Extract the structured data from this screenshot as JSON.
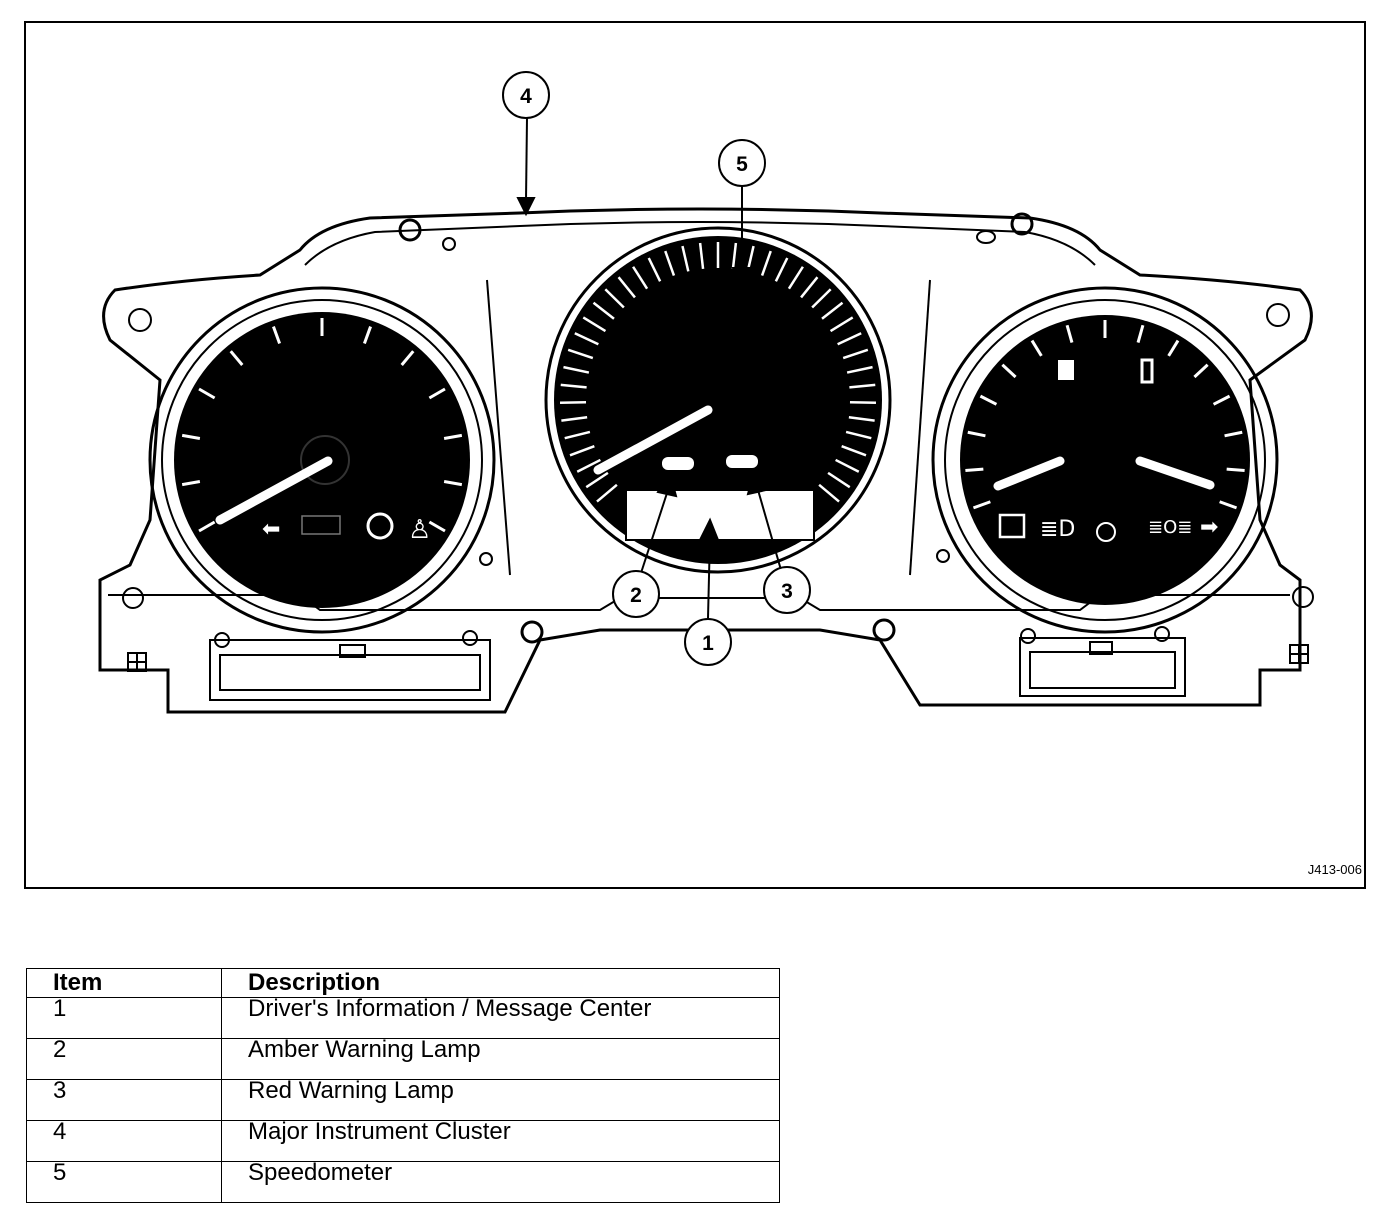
{
  "figure": {
    "code": "J413-006",
    "callouts": [
      {
        "num": "1"
      },
      {
        "num": "2"
      },
      {
        "num": "3"
      },
      {
        "num": "4"
      },
      {
        "num": "5"
      }
    ]
  },
  "legend": {
    "headers": {
      "item": "Item",
      "description": "Description"
    },
    "rows": [
      {
        "item": "1",
        "description": "Driver's Information / Message Center"
      },
      {
        "item": "2",
        "description": "Amber Warning Lamp"
      },
      {
        "item": "3",
        "description": "Red Warning Lamp"
      },
      {
        "item": "4",
        "description": "Major Instrument Cluster"
      },
      {
        "item": "5",
        "description": "Speedometer"
      }
    ]
  }
}
